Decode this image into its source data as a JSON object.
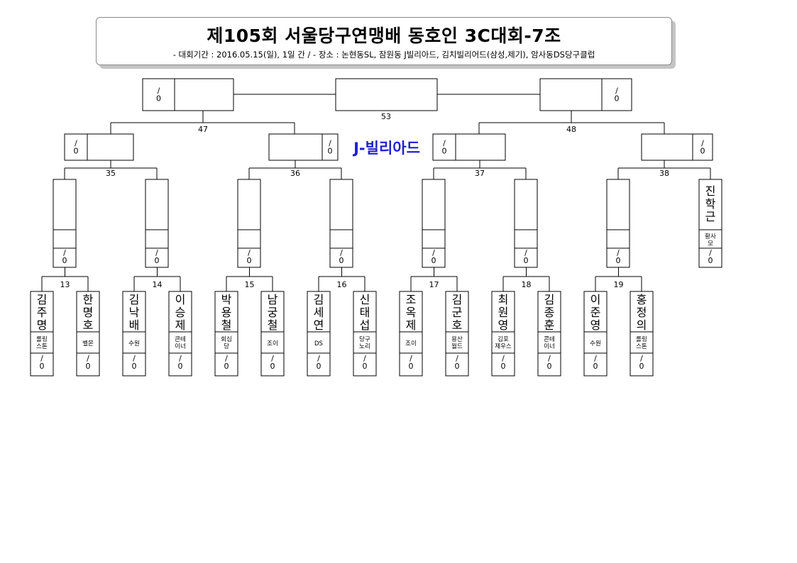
{
  "title": "제105회 서울당구연맹배 동호인 3C대회-7조",
  "subtitle": "-  대회기간  :  2016.05.15(일),  1일  간  /  -  장소  :  논현동SL,  잠원동  J빌리아드,  김치빌리어드(삼성,제기),  암사동DS당구클럽",
  "venue_label": "J-빌리아드",
  "score_text": "/\n0",
  "players": [
    {
      "name": "김주명",
      "club": "롤링\n스톤"
    },
    {
      "name": "한명호",
      "club": "벨몬"
    },
    {
      "name": "김낙배",
      "club": "수원"
    },
    {
      "name": "이승제",
      "club": "큰테\n이너"
    },
    {
      "name": "박용철",
      "club": "회심\n당"
    },
    {
      "name": "남궁철",
      "club": "조이"
    },
    {
      "name": "김세연",
      "club": "DS"
    },
    {
      "name": "신태섭",
      "club": "당구\n노리"
    },
    {
      "name": "조옥제",
      "club": "조이"
    },
    {
      "name": "김군호",
      "club": "용산\n월드"
    },
    {
      "name": "최원영",
      "club": "김포\n제우스"
    },
    {
      "name": "김종훈",
      "club": "콘테\n이너"
    },
    {
      "name": "이준영",
      "club": "수원"
    },
    {
      "name": "홍정의",
      "club": "롤링\n스톤"
    }
  ],
  "bye_player": {
    "name": "진학근",
    "club": "황사\n모"
  },
  "matches": {
    "round1": [
      "13",
      "14",
      "15",
      "16",
      "17",
      "18",
      "19"
    ],
    "round2": [
      "35",
      "36",
      "37",
      "38"
    ],
    "round3": [
      "47",
      "48"
    ],
    "final": "53"
  }
}
